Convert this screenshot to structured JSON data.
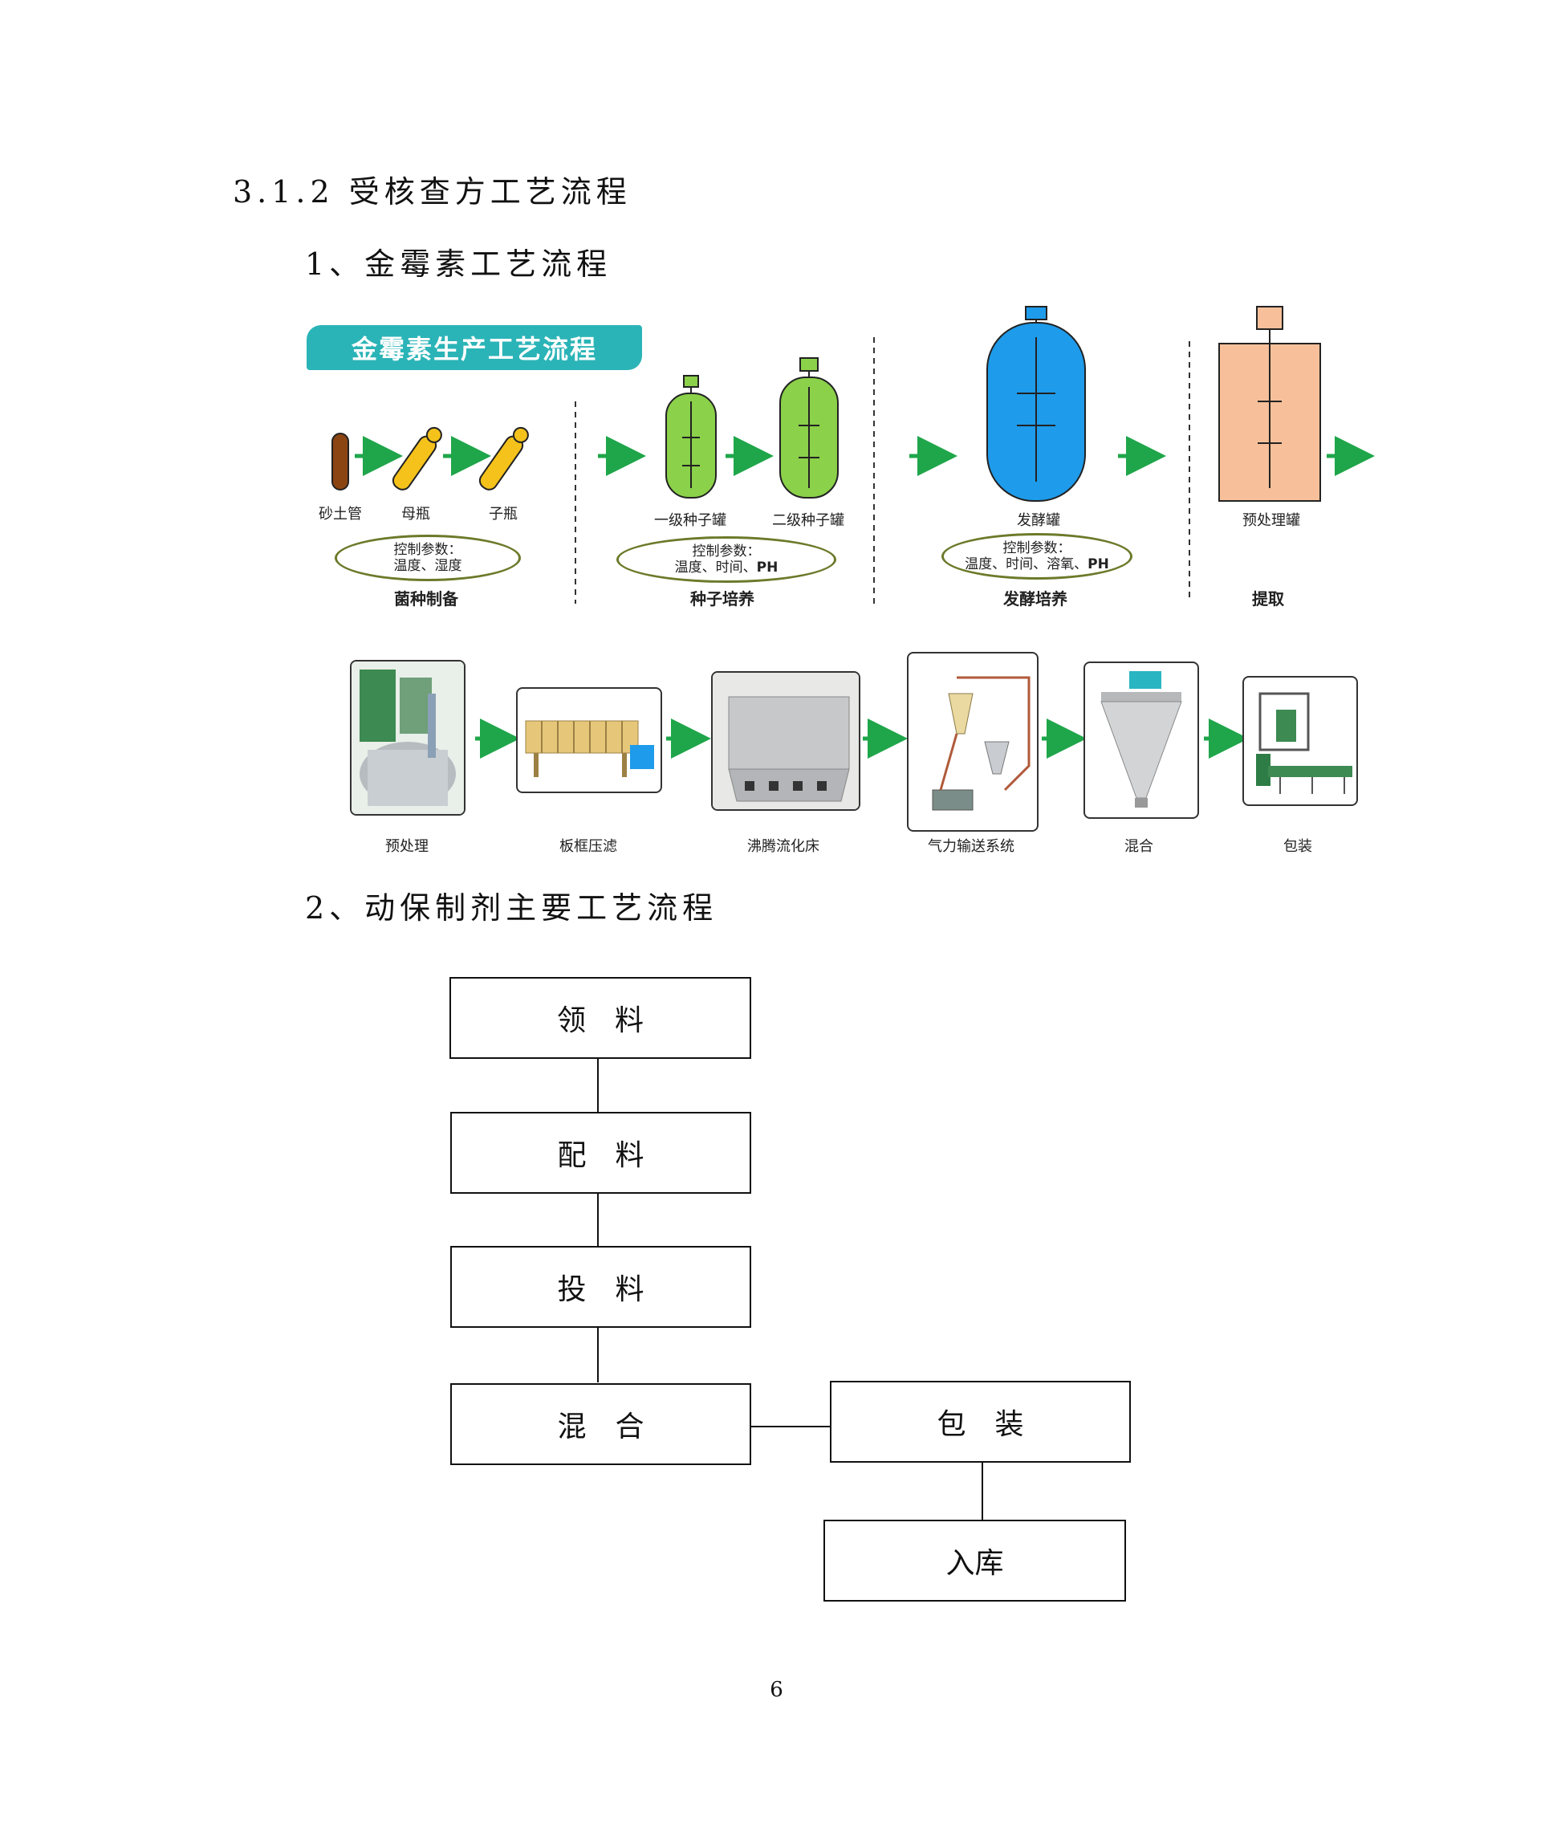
{
  "section_heading": "3.1.2 受核查方工艺流程",
  "sub1_heading": "1、金霉素工艺流程",
  "sub2_heading": "2、动保制剂主要工艺流程",
  "diagram1": {
    "banner": "金霉素生产工艺流程",
    "items": {
      "sand_tube": "砂土管",
      "mother_bottle": "母瓶",
      "child_bottle": "子瓶",
      "seed_tank_1": "一级种子罐",
      "seed_tank_2": "二级种子罐",
      "fermenter": "发酵罐",
      "pretreat_tank": "预处理罐"
    },
    "ovals": [
      {
        "line1": "控制参数：",
        "line2": "温度、湿度",
        "line2_bold": ""
      },
      {
        "line1": "控制参数：",
        "line2": "温度、时间、",
        "line2_bold": "PH"
      },
      {
        "line1": "控制参数：",
        "line2": "温度、时间、溶氧、",
        "line2_bold": "PH"
      }
    ],
    "stages": [
      "菌种制备",
      "种子培养",
      "发酵培养",
      "提取"
    ],
    "colors": {
      "accent": "#2bb4b7",
      "arrow": "#1fa64a",
      "seed": "#8bd14a",
      "fermenter": "#1e9bea",
      "pretreat": "#f7c09a",
      "bottle": "#f5c21b",
      "sand": "#8b4513"
    }
  },
  "diagram2": {
    "photos": [
      {
        "label": "预处理",
        "icon": "pretreatment-equipment-photo"
      },
      {
        "label": "板框压滤",
        "icon": "filter-press-photo"
      },
      {
        "label": "沸腾流化床",
        "icon": "fluidized-bed-photo"
      },
      {
        "label": "气力输送系统",
        "icon": "pneumatic-conveying-photo"
      },
      {
        "label": "混合",
        "icon": "cone-mixer-photo"
      },
      {
        "label": "包装",
        "icon": "packaging-machine-photo"
      }
    ]
  },
  "flow2": {
    "boxes": {
      "b1": "领　料",
      "b2": "配　料",
      "b3": "投　料",
      "b4": "混　合",
      "b5": "包　装",
      "b6": "入库"
    }
  },
  "page_number": "6"
}
